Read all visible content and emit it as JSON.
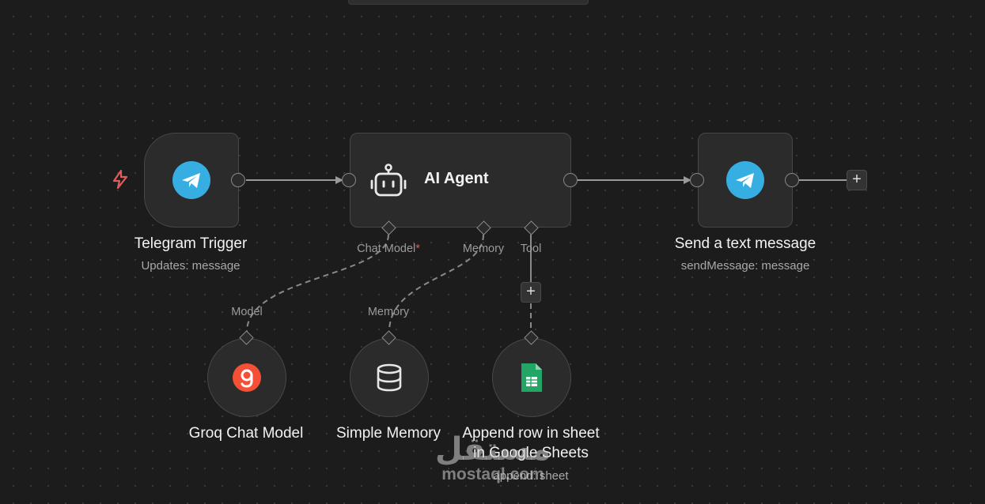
{
  "nodes": {
    "telegram_trigger": {
      "title": "Telegram Trigger",
      "subtitle": "Updates: message",
      "icon": "telegram-icon"
    },
    "ai_agent": {
      "title": "AI Agent",
      "icon": "robot-icon",
      "ports": {
        "chat_model": "Chat Model",
        "chat_model_required": "*",
        "memory": "Memory",
        "tool": "Tool"
      }
    },
    "send_message": {
      "title": "Send a text message",
      "subtitle": "sendMessage: message",
      "icon": "telegram-icon"
    },
    "groq": {
      "title": "Groq Chat Model",
      "port": "Model",
      "icon": "groq-icon"
    },
    "memory": {
      "title": "Simple Memory",
      "port": "Memory",
      "icon": "database-icon"
    },
    "sheets": {
      "title": "Append row in sheet",
      "title_line2": "in Google Sheets",
      "subtitle": "append: sheet",
      "icon": "google-sheets-icon"
    }
  },
  "buttons": {
    "add_after": "+",
    "add_tool": "+"
  },
  "watermark": {
    "arabic": "مستقل",
    "latin": "mostaql.com"
  },
  "colors": {
    "background": "#1c1c1c",
    "node": "#2b2b2b",
    "telegram": "#37aee2",
    "groq": "#f55036",
    "sheets": "#23a566",
    "trigger_bolt": "#e05d5d"
  }
}
